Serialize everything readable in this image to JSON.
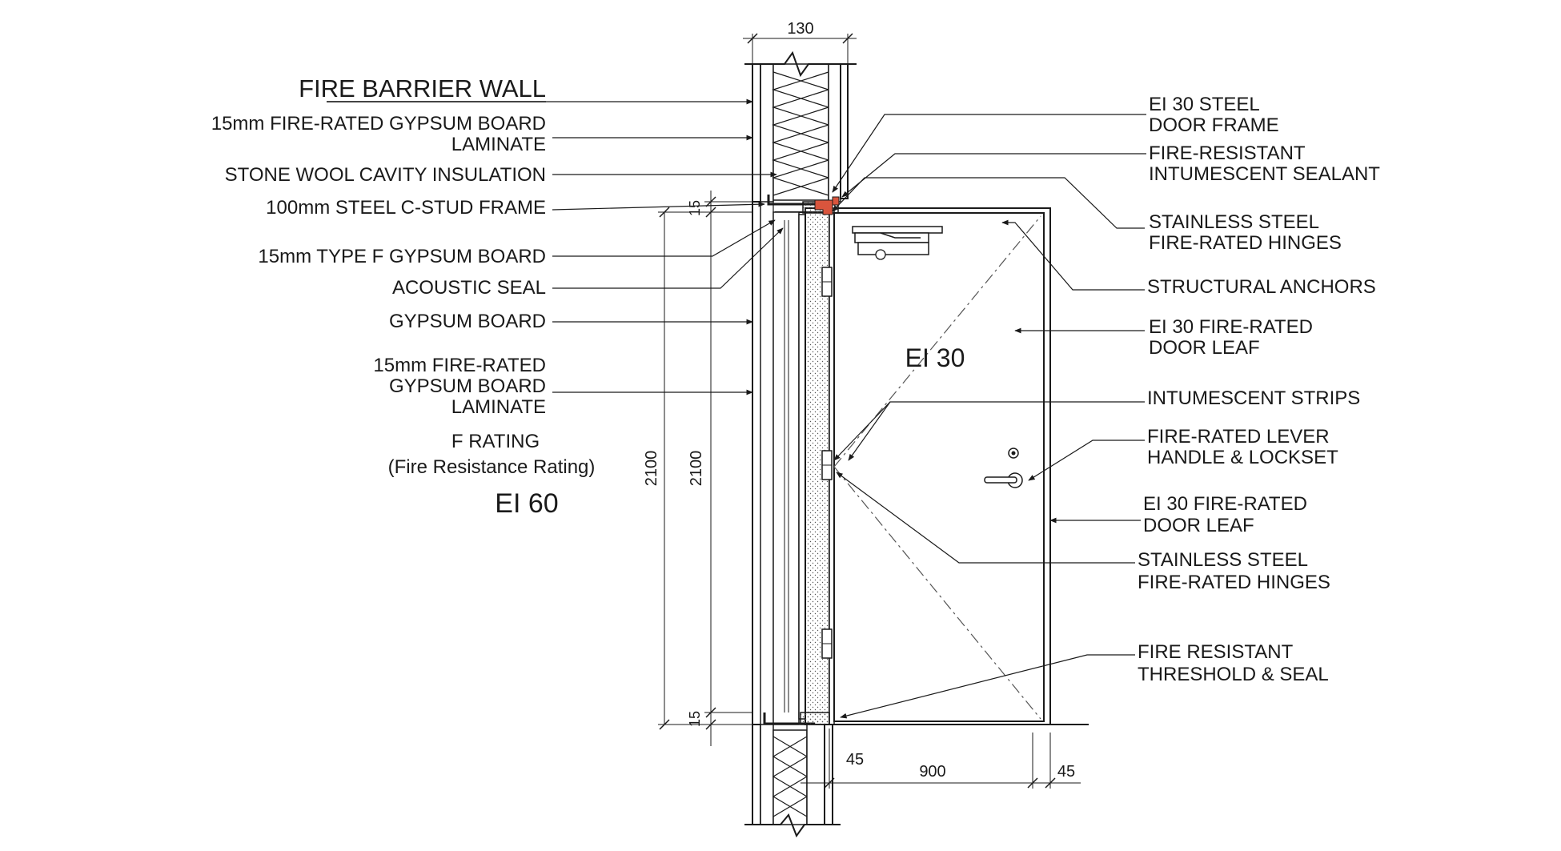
{
  "title": "FIRE BARRIER WALL",
  "left_labels": {
    "gypsum_laminate_1": "15mm  FIRE-RATED GYPSUM BOARD",
    "gypsum_laminate_2": "LAMINATE",
    "insulation": "STONE WOOL CAVITY INSULATION",
    "stud": "100mm STEEL C-STUD FRAME",
    "type_f": "15mm TYPE F GYPSUM BOARD",
    "acoustic": "ACOUSTIC SEAL",
    "gypsum": "GYPSUM BOARD",
    "laminate2_1": "15mm     FIRE-RATED",
    "laminate2_2": "GYPSUM BOARD",
    "laminate2_3": "LAMINATE"
  },
  "rating": {
    "heading": "F RATING",
    "subheading": "(Fire Resistance Rating)",
    "wall_value": "EI 60",
    "door_value": "EI 30"
  },
  "right_labels": {
    "frame_1": "EI 30 STEEL",
    "frame_2": "DOOR FRAME",
    "sealant_1": "FIRE-RESISTANT",
    "sealant_2": "INTUMESCENT SEALANT",
    "hinges_top_1": "STAINLESS STEEL",
    "hinges_top_2": "FIRE-RATED HINGES",
    "anchors": "STRUCTURAL ANCHORS",
    "leaf_top_1": "EI 30 FIRE-RATED",
    "leaf_top_2": "DOOR LEAF",
    "strips": "INTUMESCENT STRIPS",
    "handle_1": "FIRE-RATED LEVER",
    "handle_2": "HANDLE & LOCKSET",
    "leaf_bottom_1": "EI 30 FIRE-RATED",
    "leaf_bottom_2": "DOOR LEAF",
    "hinges_bottom_1": "STAINLESS STEEL",
    "hinges_bottom_2": "FIRE-RATED HINGES",
    "threshold_1": "FIRE RESISTANT",
    "threshold_2": "THRESHOLD & SEAL"
  },
  "dimensions": {
    "wall_thickness": "130",
    "top_gap": "15",
    "bottom_gap": "15",
    "height_outer": "2100",
    "height_inner": "2100",
    "frame_width": "45",
    "door_width": "900",
    "frame_width_right": "45"
  },
  "colors": {
    "line": "#1a1a1a",
    "sealant": "#d9553d",
    "background": "#ffffff"
  }
}
